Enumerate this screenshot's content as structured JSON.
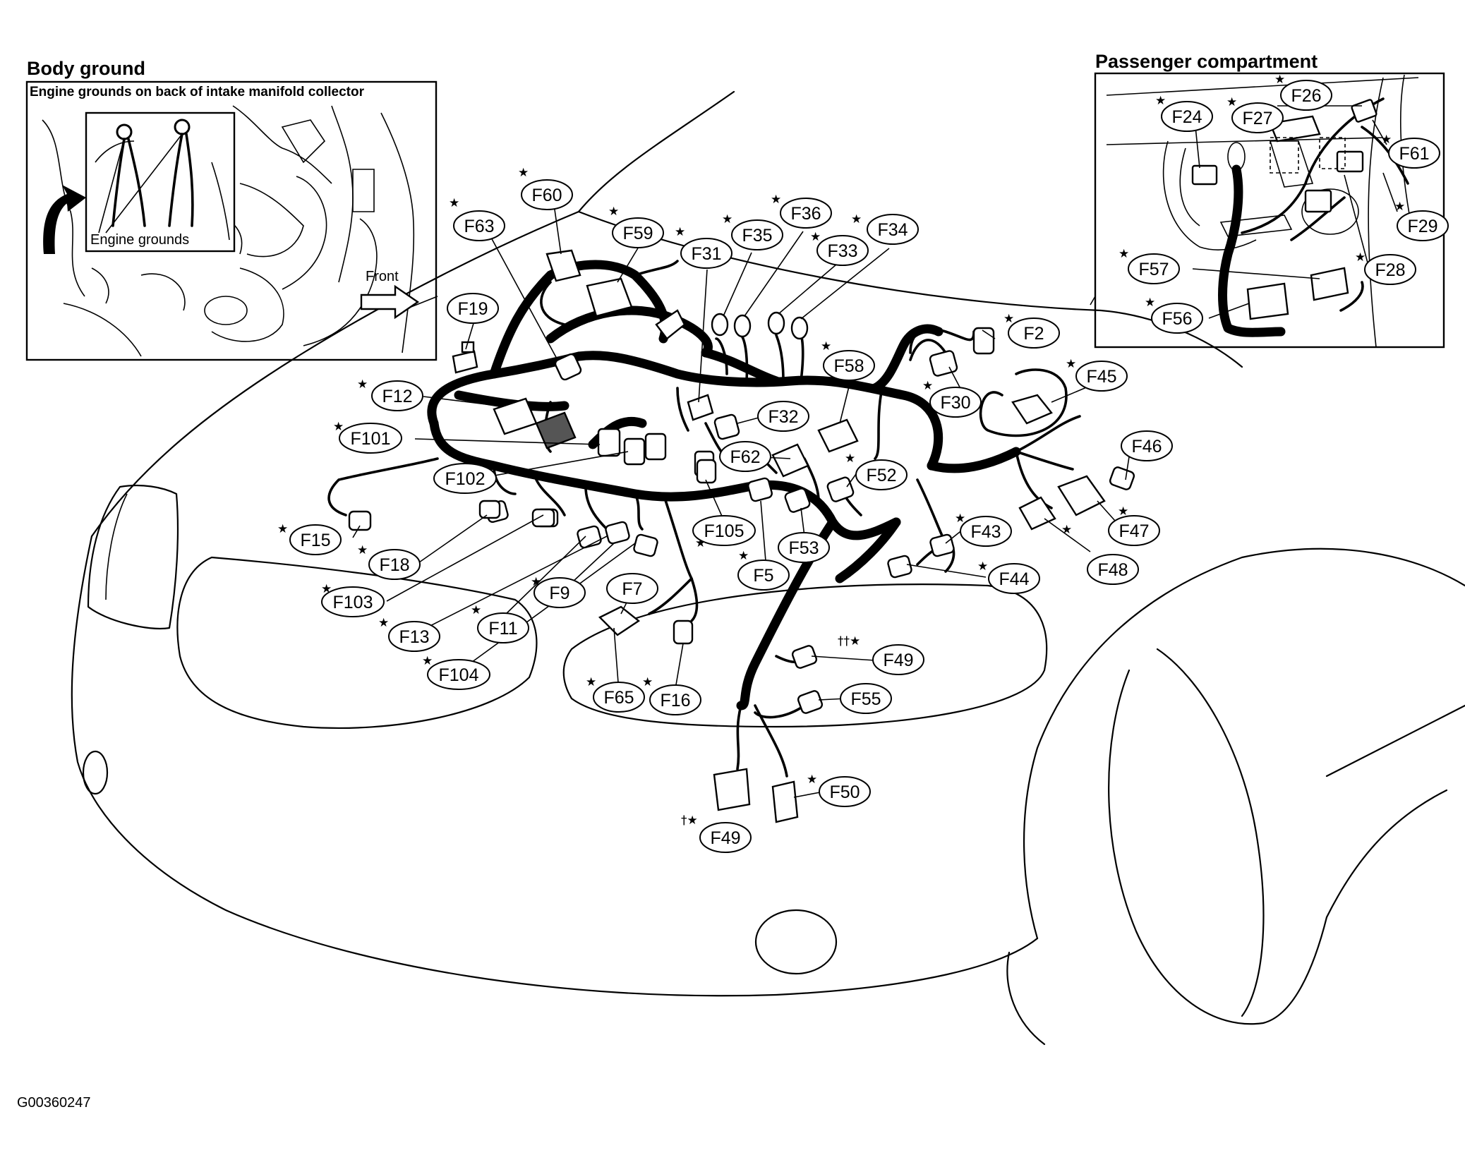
{
  "body_ground": {
    "title": "Body ground",
    "subtitle": "Engine grounds on back of intake manifold collector",
    "callout": "Engine grounds",
    "direction": "Front"
  },
  "passenger_compartment": {
    "title": "Passenger compartment"
  },
  "figure_code": "G00360247",
  "marks": {
    "star": "★",
    "dagger_star": "†★",
    "double_dagger_star": "††★"
  },
  "connectors": {
    "F2": "F2",
    "F5": "F5",
    "F7": "F7",
    "F9": "F9",
    "F11": "F11",
    "F12": "F12",
    "F13": "F13",
    "F15": "F15",
    "F16": "F16",
    "F18": "F18",
    "F19": "F19",
    "F24": "F24",
    "F26": "F26",
    "F27": "F27",
    "F28": "F28",
    "F29": "F29",
    "F30": "F30",
    "F31": "F31",
    "F32": "F32",
    "F33": "F33",
    "F34": "F34",
    "F35": "F35",
    "F36": "F36",
    "F43": "F43",
    "F44": "F44",
    "F45": "F45",
    "F46": "F46",
    "F47": "F47",
    "F48": "F48",
    "F49": "F49",
    "F50": "F50",
    "F52": "F52",
    "F53": "F53",
    "F55": "F55",
    "F56": "F56",
    "F57": "F57",
    "F58": "F58",
    "F59": "F59",
    "F60": "F60",
    "F61": "F61",
    "F62": "F62",
    "F63": "F63",
    "F65": "F65",
    "F101": "F101",
    "F102": "F102",
    "F103": "F103",
    "F104": "F104",
    "F105": "F105"
  }
}
